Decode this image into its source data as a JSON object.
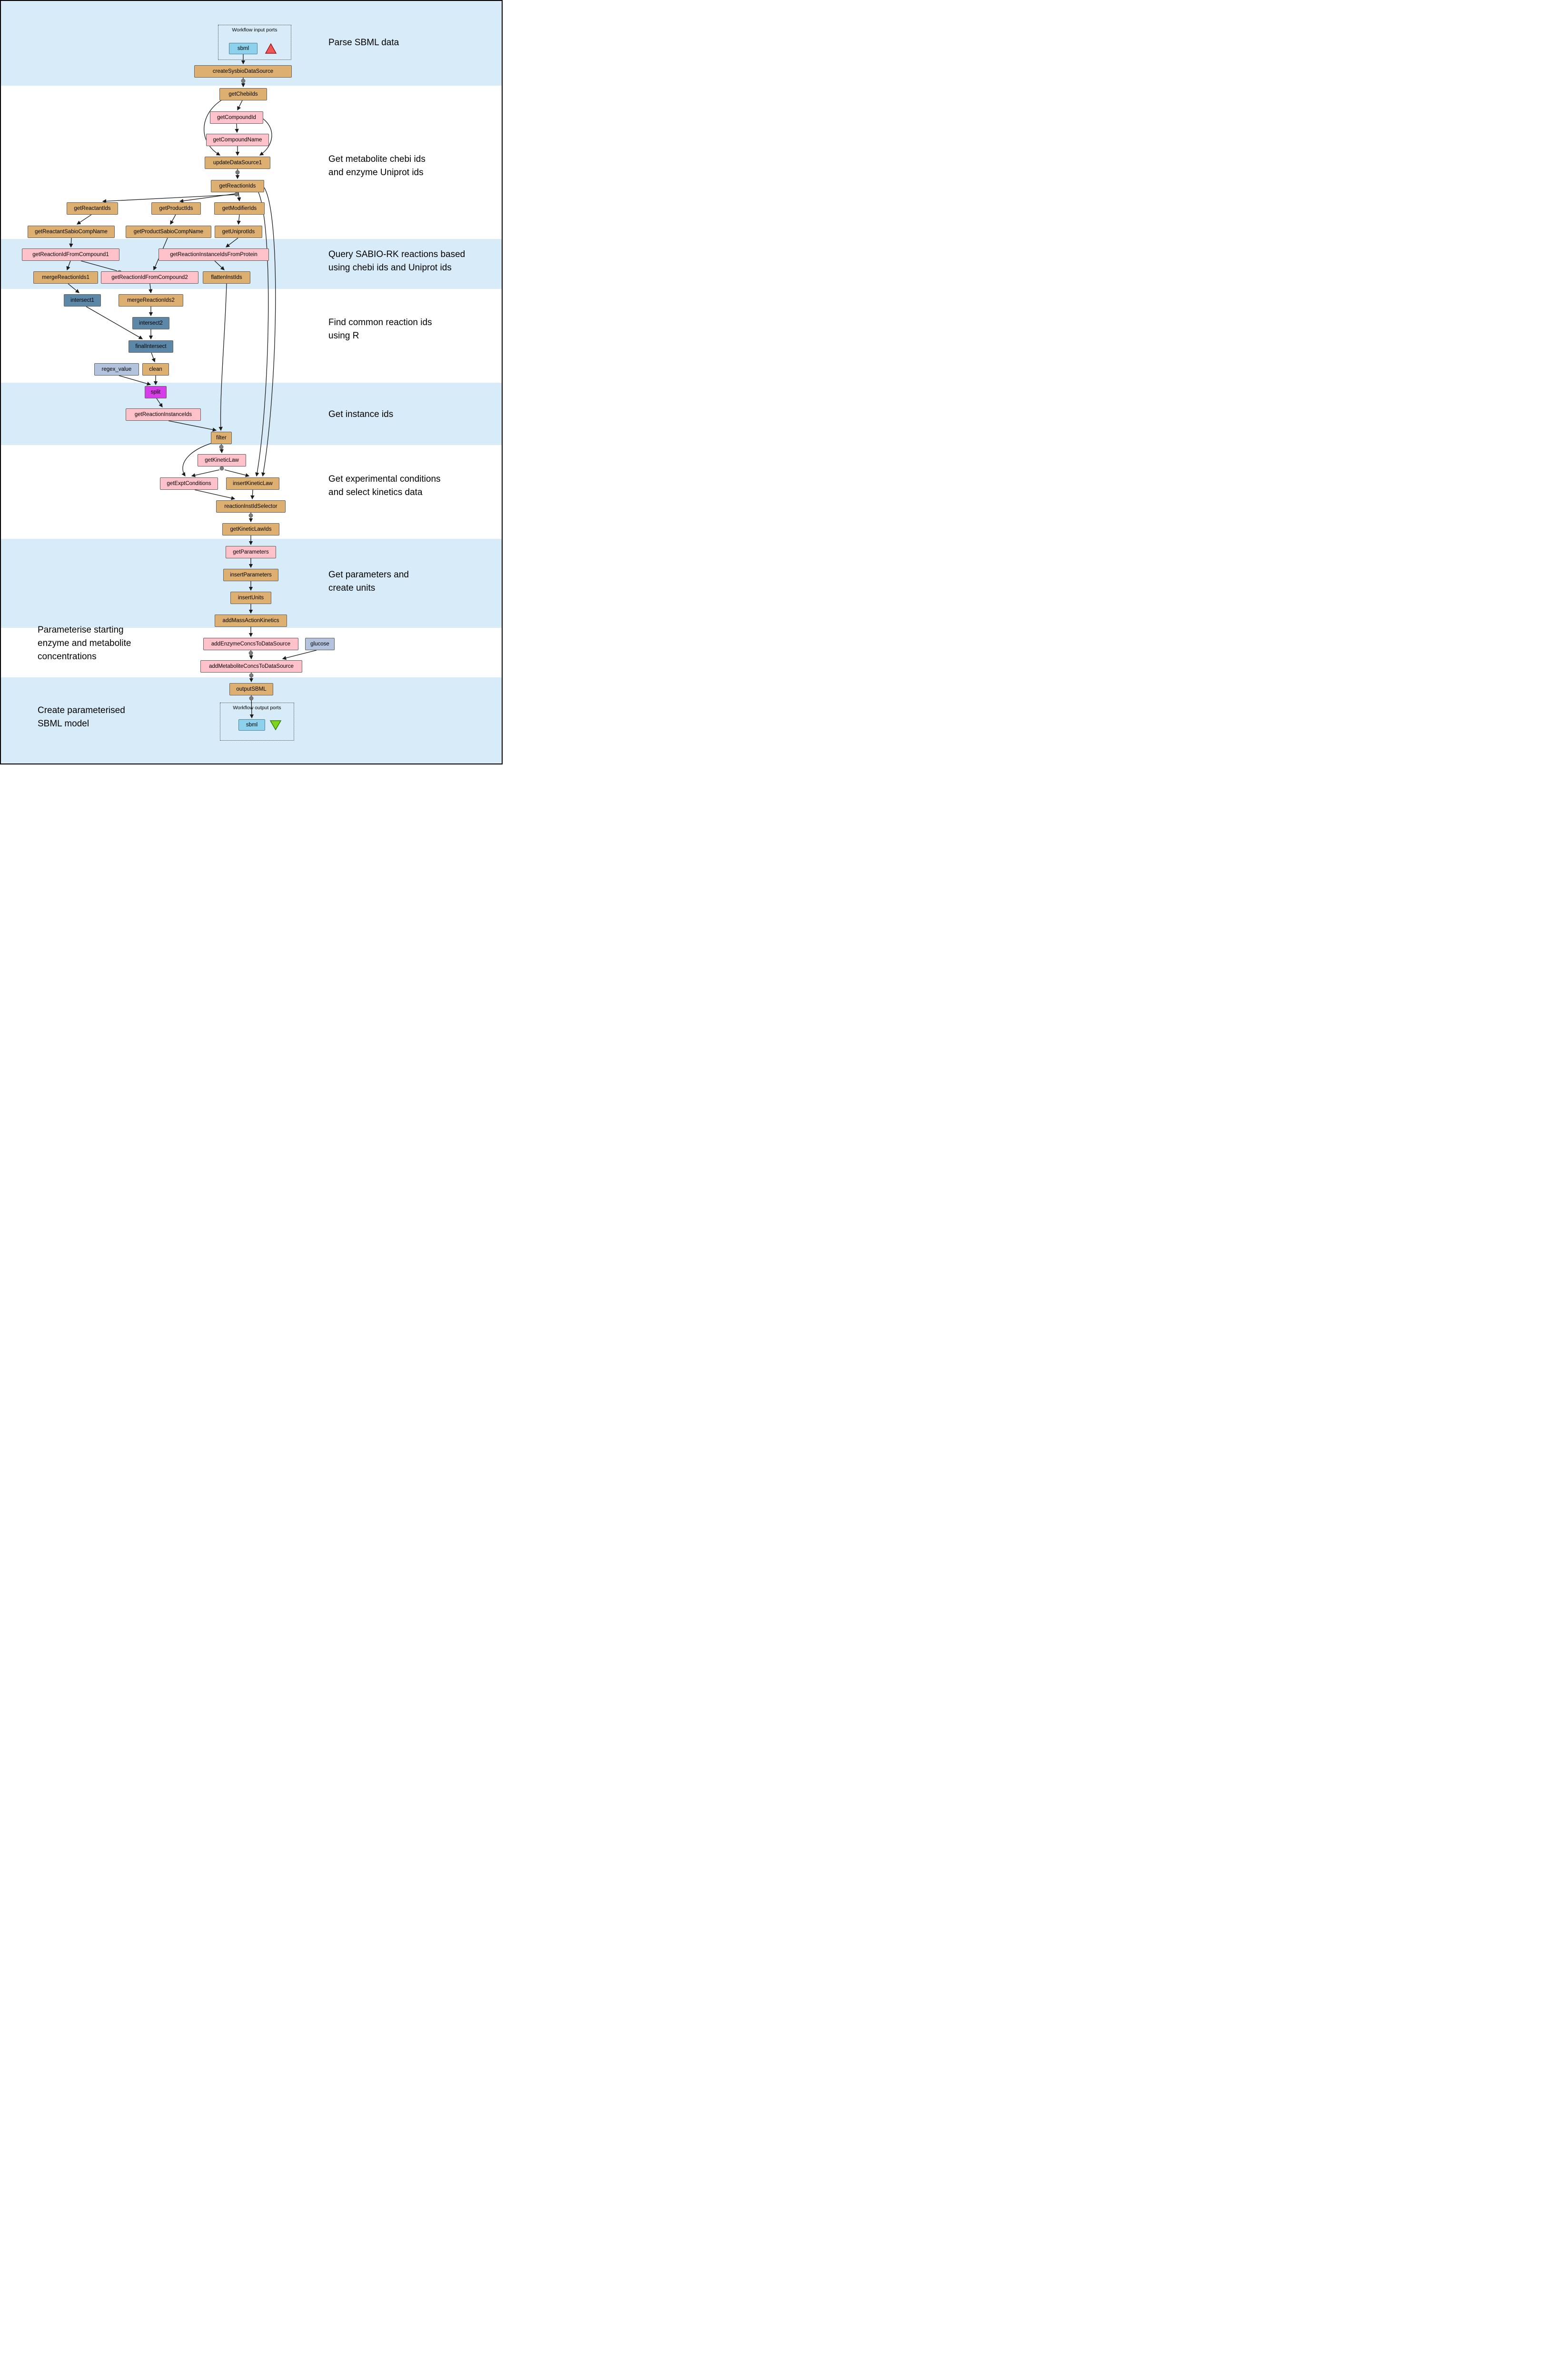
{
  "ports": {
    "input": {
      "title": "Workflow input ports",
      "name": "sbml"
    },
    "output": {
      "title": "Workflow output ports",
      "name": "sbml"
    }
  },
  "sections": [
    {
      "label": "Parse SBML data"
    },
    {
      "label": "Get metabolite chebi ids\nand enzyme Uniprot ids"
    },
    {
      "label": "Query SABIO-RK reactions based\nusing chebi ids and Uniprot ids"
    },
    {
      "label": "Find common reaction ids\nusing R"
    },
    {
      "label": "Get instance ids"
    },
    {
      "label": "Get experimental conditions\nand select kinetics data"
    },
    {
      "label": "Get parameters and\ncreate units"
    },
    {
      "label": "Parameterise starting\nenzyme and metabolite\nconcentrations"
    },
    {
      "label": "Create parameterised\nSBML model"
    }
  ],
  "nodes": {
    "createSysbioDataSource": {
      "label": "createSysbioDataSource"
    },
    "getChebiIds": {
      "label": "getChebiIds"
    },
    "getCompoundId": {
      "label": "getCompoundId"
    },
    "getCompoundName": {
      "label": "getCompoundName"
    },
    "updateDataSource1": {
      "label": "updateDataSource1"
    },
    "getReactionIds": {
      "label": "getReactionIds"
    },
    "getReactantIds": {
      "label": "getReactantIds"
    },
    "getProductIds": {
      "label": "getProductIds"
    },
    "getModifierIds": {
      "label": "getModifierIds"
    },
    "getReactantSabioCompName": {
      "label": "getReactantSabioCompName"
    },
    "getProductSabioCompName": {
      "label": "getProductSabioCompName"
    },
    "getUniprotIds": {
      "label": "getUniprotIds"
    },
    "getReactionIdFromCompound1": {
      "label": "getReactionIdFromCompound1"
    },
    "getReactionInstanceIdsFromProtein": {
      "label": "getReactionInstanceIdsFromProtein"
    },
    "mergeReactionIds1": {
      "label": "mergeReactionIds1"
    },
    "getReactionIdFromCompound2": {
      "label": "getReactionIdFromCompound2"
    },
    "flattenInstIds": {
      "label": "flattenInstIds"
    },
    "intersect1": {
      "label": "intersect1"
    },
    "mergeReactionIds2": {
      "label": "mergeReactionIds2"
    },
    "intersect2": {
      "label": "intersect2"
    },
    "finalIntersect": {
      "label": "finalIntersect"
    },
    "regex_value": {
      "label": "regex_value"
    },
    "clean": {
      "label": "clean"
    },
    "split": {
      "label": "split"
    },
    "getReactionInstanceIds": {
      "label": "getReactionInstanceIds"
    },
    "filter": {
      "label": "filter"
    },
    "getKineticLaw": {
      "label": "getKineticLaw"
    },
    "getExptConditions": {
      "label": "getExptConditions"
    },
    "insertKineticLaw": {
      "label": "insertKineticLaw"
    },
    "reactionInstIdSelector": {
      "label": "reactionInstIdSelector"
    },
    "getKineticLawIds": {
      "label": "getKineticLawIds"
    },
    "getParameters": {
      "label": "getParameters"
    },
    "insertParameters": {
      "label": "insertParameters"
    },
    "insertUnits": {
      "label": "insertUnits"
    },
    "addMassActionKinetics": {
      "label": "addMassActionKinetics"
    },
    "addEnzymeConcsToDataSource": {
      "label": "addEnzymeConcsToDataSource"
    },
    "glucose": {
      "label": "glucose"
    },
    "addMetaboliteConcsToDataSource": {
      "label": "addMetaboliteConcsToDataSource"
    },
    "outputSBML": {
      "label": "outputSBML"
    }
  },
  "colors": {
    "band_blue": "#d7ecf8",
    "node_tan": "#ddb071",
    "node_pink": "#ffc2cb",
    "node_steel": "#5d87a6",
    "node_lightsteel": "#b3c3dd",
    "node_magenta": "#d63de8",
    "node_skyblue": "#8ed1ec",
    "input_triangle_red": "#ee5757",
    "output_triangle_green": "#7fd41c"
  }
}
